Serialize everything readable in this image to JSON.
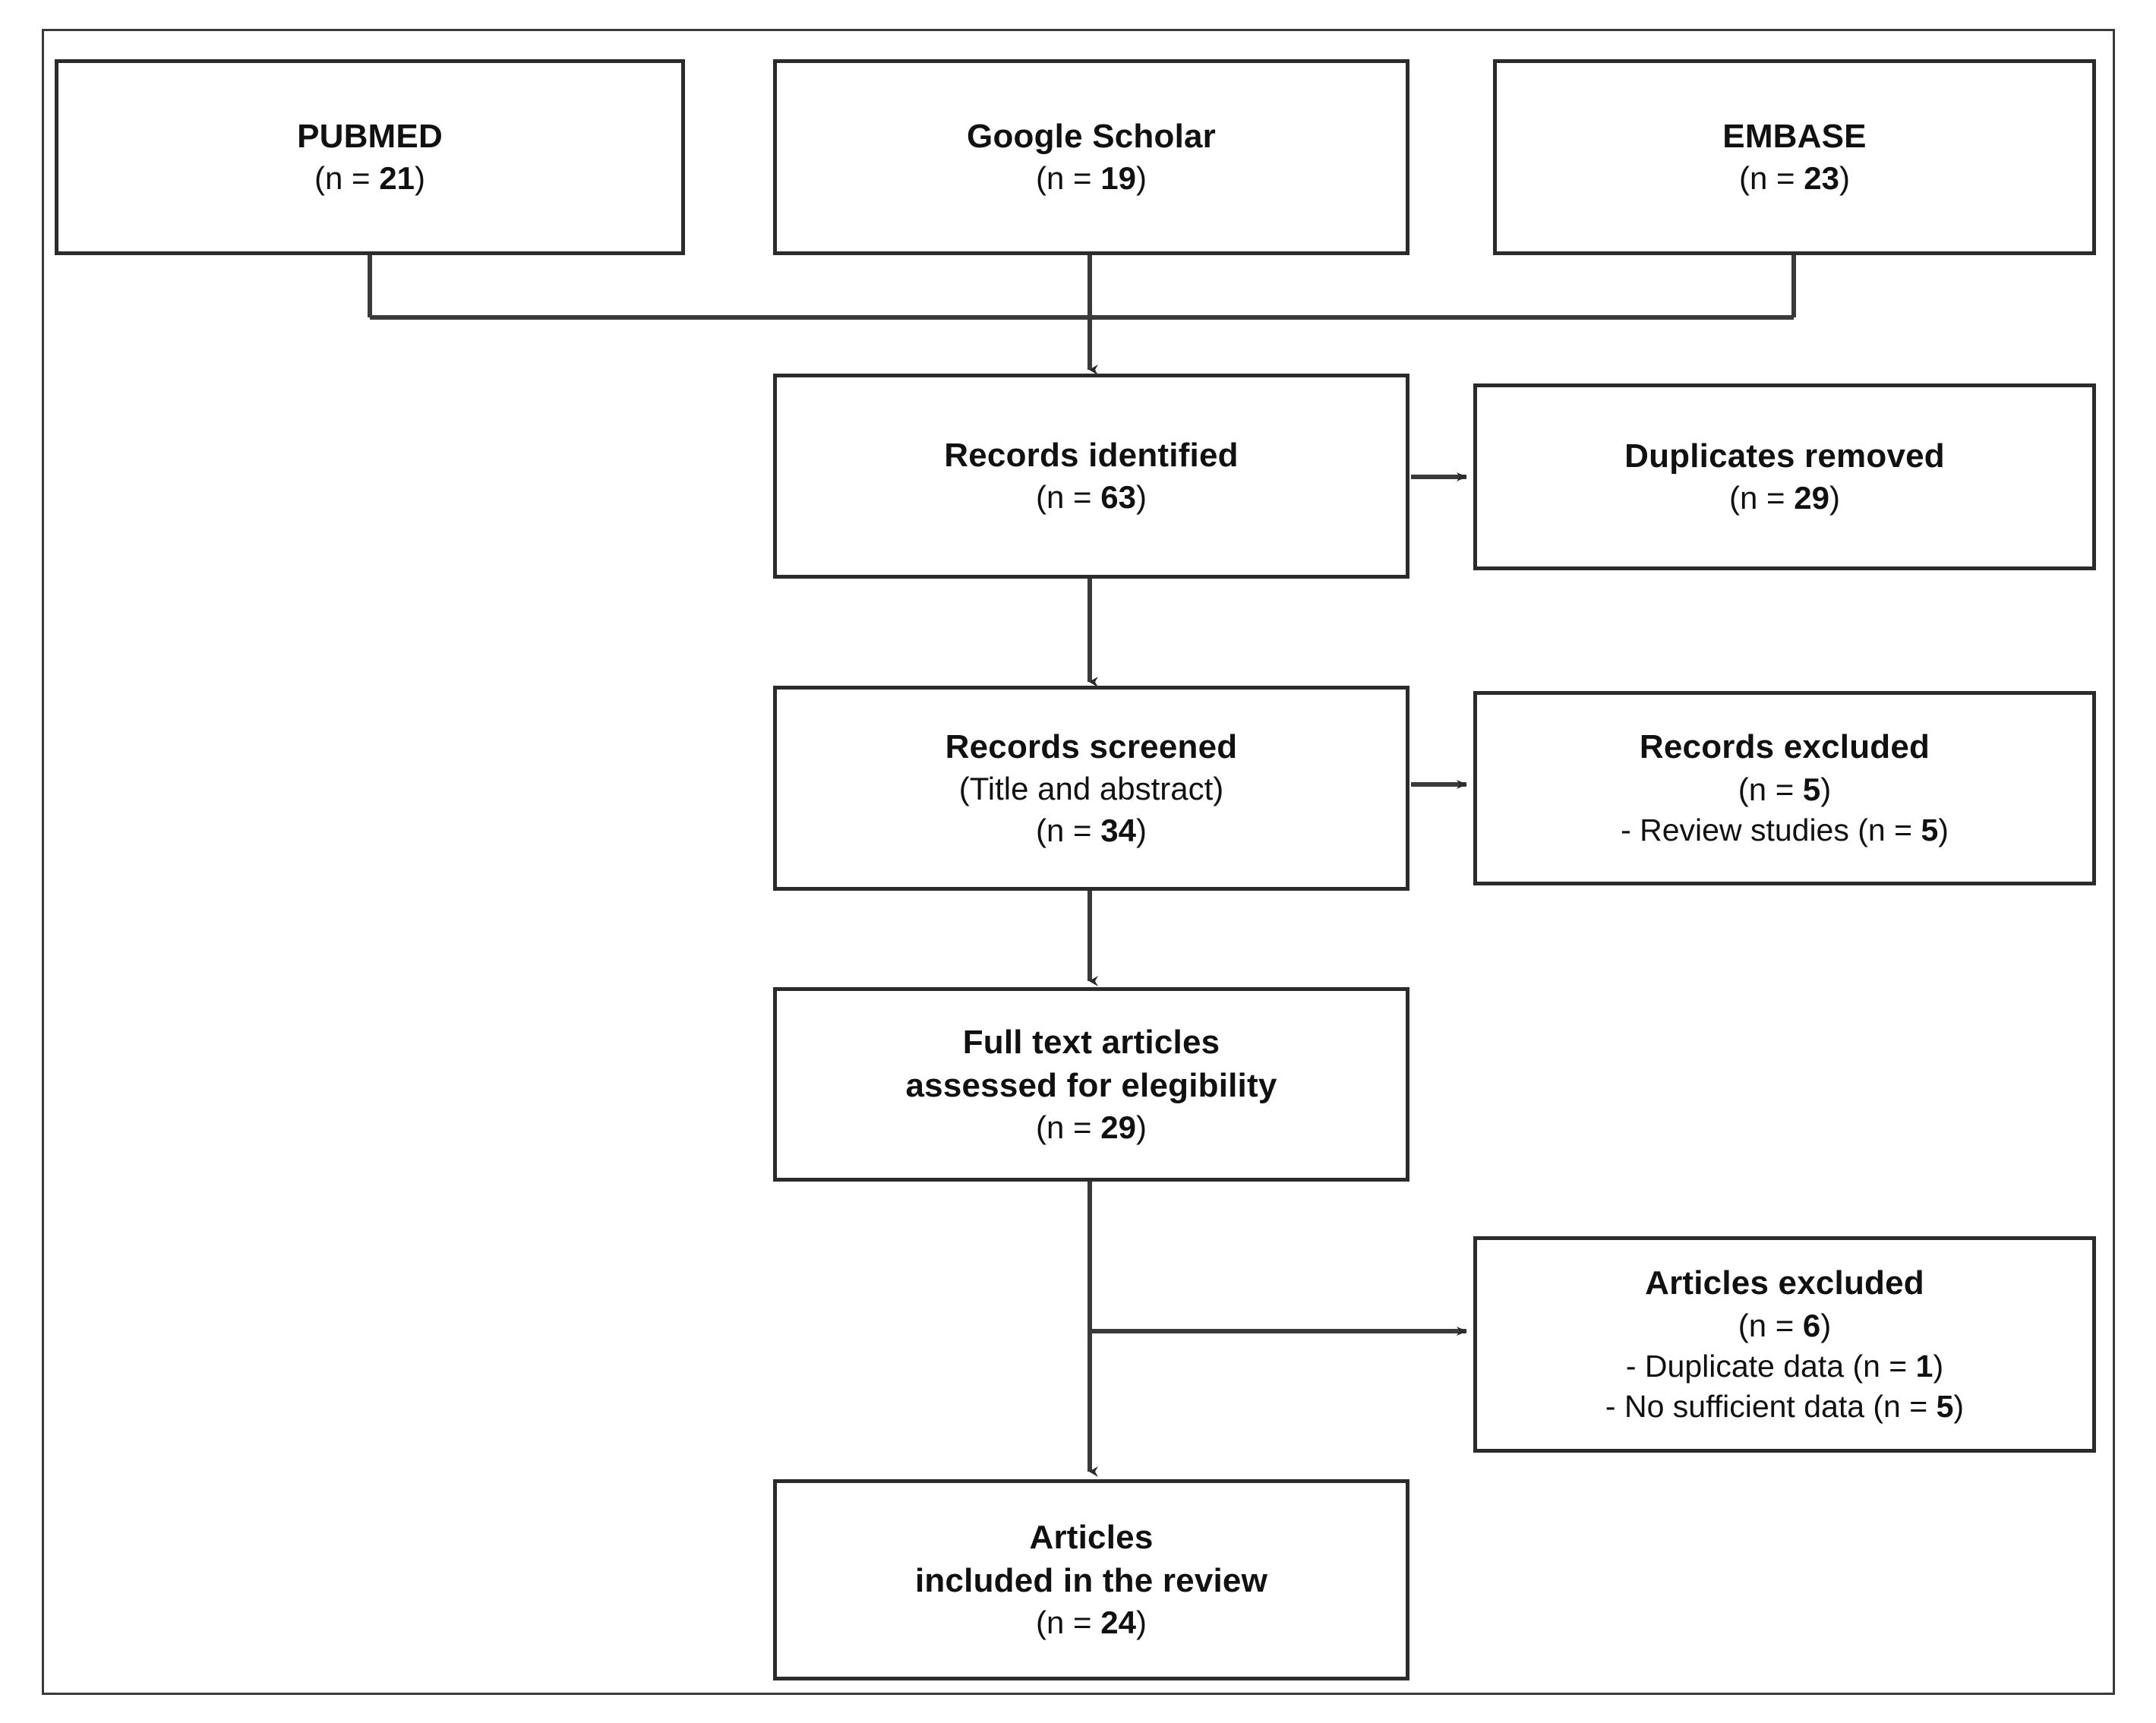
{
  "figure": {
    "type": "prisma-flow-diagram",
    "title": "",
    "frame_color": "#3a3a3a",
    "box_border_color": "#2b2b2b",
    "connector_color": "#3a3a3a",
    "background": "#ffffff"
  },
  "sources": [
    {
      "id": "pubmed",
      "label": "PUBMED",
      "count_text": "(n = ",
      "count": "21",
      "count_close": ")"
    },
    {
      "id": "scholar",
      "label": "Google Scholar",
      "count_text": "(n = ",
      "count": "19",
      "count_close": ")"
    },
    {
      "id": "embase",
      "label": "EMBASE",
      "count_text": "(n = ",
      "count": "23",
      "count_close": ")"
    }
  ],
  "flow": {
    "records_identified": {
      "label": "Records identified",
      "count_open": "(n = ",
      "count": "63",
      "count_close": ")"
    },
    "duplicates_removed": {
      "label": "Duplicates removed",
      "count_open": "(n = ",
      "count": "29",
      "count_close": ")"
    },
    "records_screened": {
      "label": "Records screened",
      "subtitle": "(Title and abstract)",
      "count_open": "(n = ",
      "count": "34",
      "count_close": ")"
    },
    "records_excluded": {
      "label": "Records excluded",
      "count_open": "(n = ",
      "count": "5",
      "count_close": ")",
      "reasons": [
        {
          "prefix": "- Review studies (n = ",
          "count": "5",
          "suffix": ")"
        }
      ]
    },
    "full_text_assessed": {
      "label_line1": "Full text articles",
      "label_line2": "assessed for elegibility",
      "count_open": "(n = ",
      "count": "29",
      "count_close": ")"
    },
    "articles_excluded": {
      "label": "Articles excluded",
      "count_open": "(n = ",
      "count": "6",
      "count_close": ")",
      "reasons": [
        {
          "prefix": "- Duplicate data (n = ",
          "count": "1",
          "suffix": ")"
        },
        {
          "prefix": "- No sufficient data (n = ",
          "count": "5",
          "suffix": ")"
        }
      ]
    },
    "articles_included": {
      "label_line1": "Articles",
      "label_line2": "included in the review",
      "count_open": "(n = ",
      "count": "24",
      "count_close": ")"
    }
  }
}
